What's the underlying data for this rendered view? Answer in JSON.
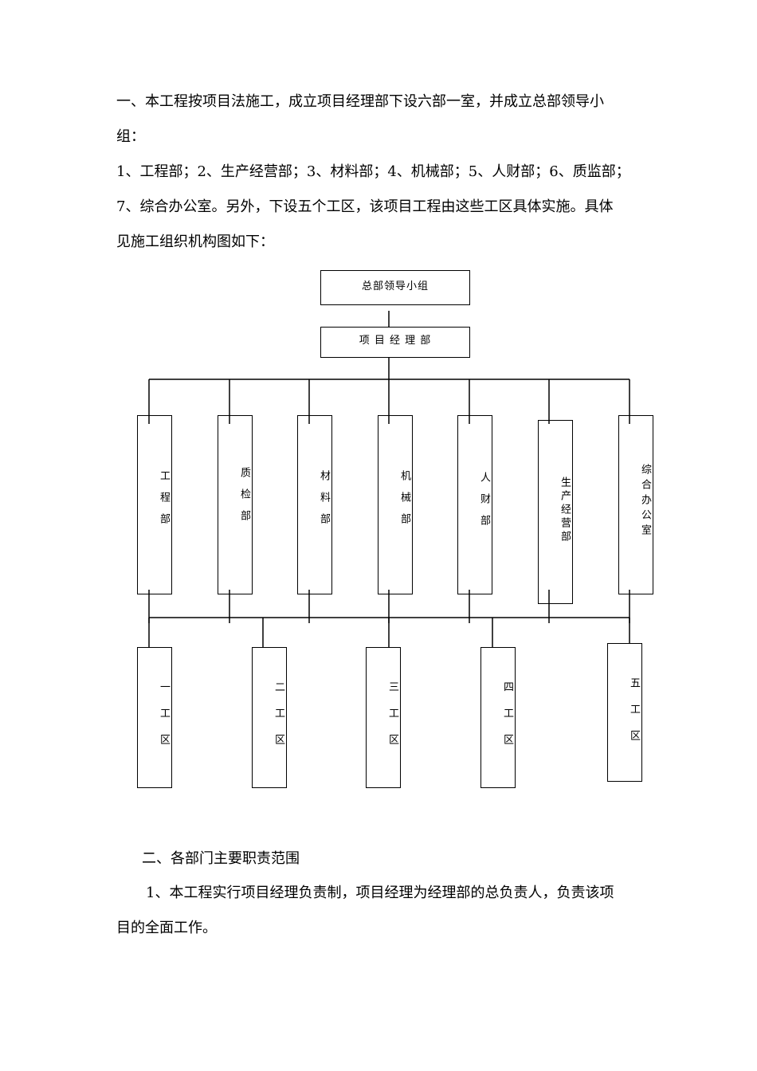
{
  "intro": {
    "lines": [
      "一、本工程按项目法施工，成立项目经理部下设六部一室，并成立总部领导小",
      "组：",
      "1、工程部；2、生产经营部；3、材料部；4、机械部；5、人财部；6、质监部；",
      "7、综合办公室。另外，下设五个工区，该项目工程由这些工区具体实施。具体",
      "见施工组织机构图如下："
    ]
  },
  "org_chart": {
    "top": "总部领导小组",
    "manager": "项 目 经 理 部",
    "departments": [
      "工程部",
      "质检部",
      "材料部",
      "机械部",
      "人财部",
      "生产经营部",
      "综合办公室"
    ],
    "work_zones": [
      "一工区",
      "二工区",
      "三工区",
      "四工区",
      "五工区"
    ]
  },
  "section2": {
    "heading": "二、各部门主要职责范围",
    "para_line1": "1、本工程实行项目经理负责制，项目经理为经理部的总负责人，负责该项",
    "para_line2": "目的全面工作。"
  }
}
